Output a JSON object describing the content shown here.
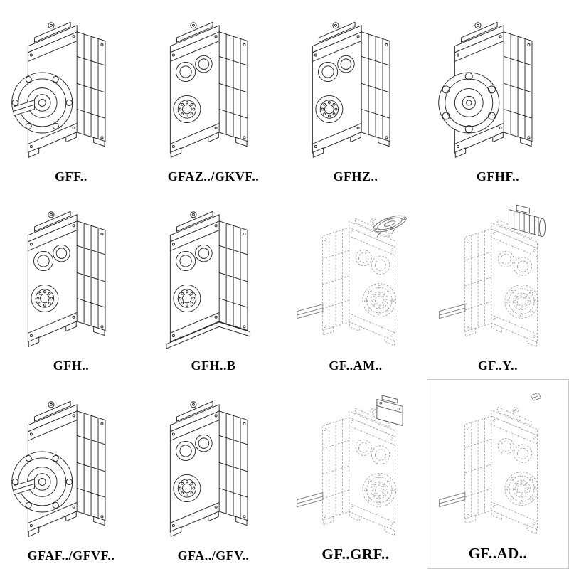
{
  "page": {
    "background": "#ffffff",
    "description": "Catalog sheet of GF-series parallel shaft helical gear reducer technical line drawings, 4 columns by 3 rows, each drawing labeled with its model code"
  },
  "colors": {
    "solid_line": "#1c1c1c",
    "dashed_line": "#9a9a9a",
    "label_text": "#000000",
    "highlight_cell_border": "#c9c9c9"
  },
  "grid": {
    "cells": [
      {
        "label": "GFF..",
        "variant": "solid-flange",
        "style": "solid",
        "description": "foot-mounted reducer with B5 output flange and solid output shaft"
      },
      {
        "label": "GFAZ../GKVF..",
        "variant": "solid-bore",
        "style": "solid",
        "description": "shaft-mounted reducer with hollow output bore"
      },
      {
        "label": "GFHZ..",
        "variant": "solid-bore",
        "style": "solid",
        "description": "hollow shaft reducer with shrink disc"
      },
      {
        "label": "GFHF..",
        "variant": "solid-flange-ns",
        "style": "solid",
        "description": "flange-mounted hollow shaft reducer, bolt-hole flange"
      },
      {
        "label": "GFH..",
        "variant": "solid-bore",
        "style": "solid",
        "description": "hollow output shaft reducer"
      },
      {
        "label": "GFH..B",
        "variant": "solid-bore-b",
        "style": "solid",
        "description": "hollow output shaft reducer with base plate"
      },
      {
        "label": "GF..AM..",
        "variant": "dashed-am",
        "style": "dashed",
        "description": "reducer with IEC motor adapter flange on input, phantom body"
      },
      {
        "label": "GF..Y..",
        "variant": "dashed-y",
        "style": "dashed",
        "description": "reducer with mounted motor on input, phantom body"
      },
      {
        "label": "GFAF../GFVF..",
        "variant": "solid-flange",
        "style": "solid",
        "description": "flange-mounted reducer with output flange and shaft"
      },
      {
        "label": "GFA../GFV..",
        "variant": "solid-bore",
        "style": "solid",
        "description": "shaft-mounted reducer with hollow bore"
      },
      {
        "label": "GF..GRF..",
        "variant": "dashed-grf",
        "style": "dashed",
        "description": "reducer with input adapter housing, phantom body"
      },
      {
        "label": "GF..AD..",
        "variant": "dashed-ad",
        "style": "dashed",
        "description": "reducer with free input shaft adapter, phantom body, boxed cell"
      }
    ]
  }
}
